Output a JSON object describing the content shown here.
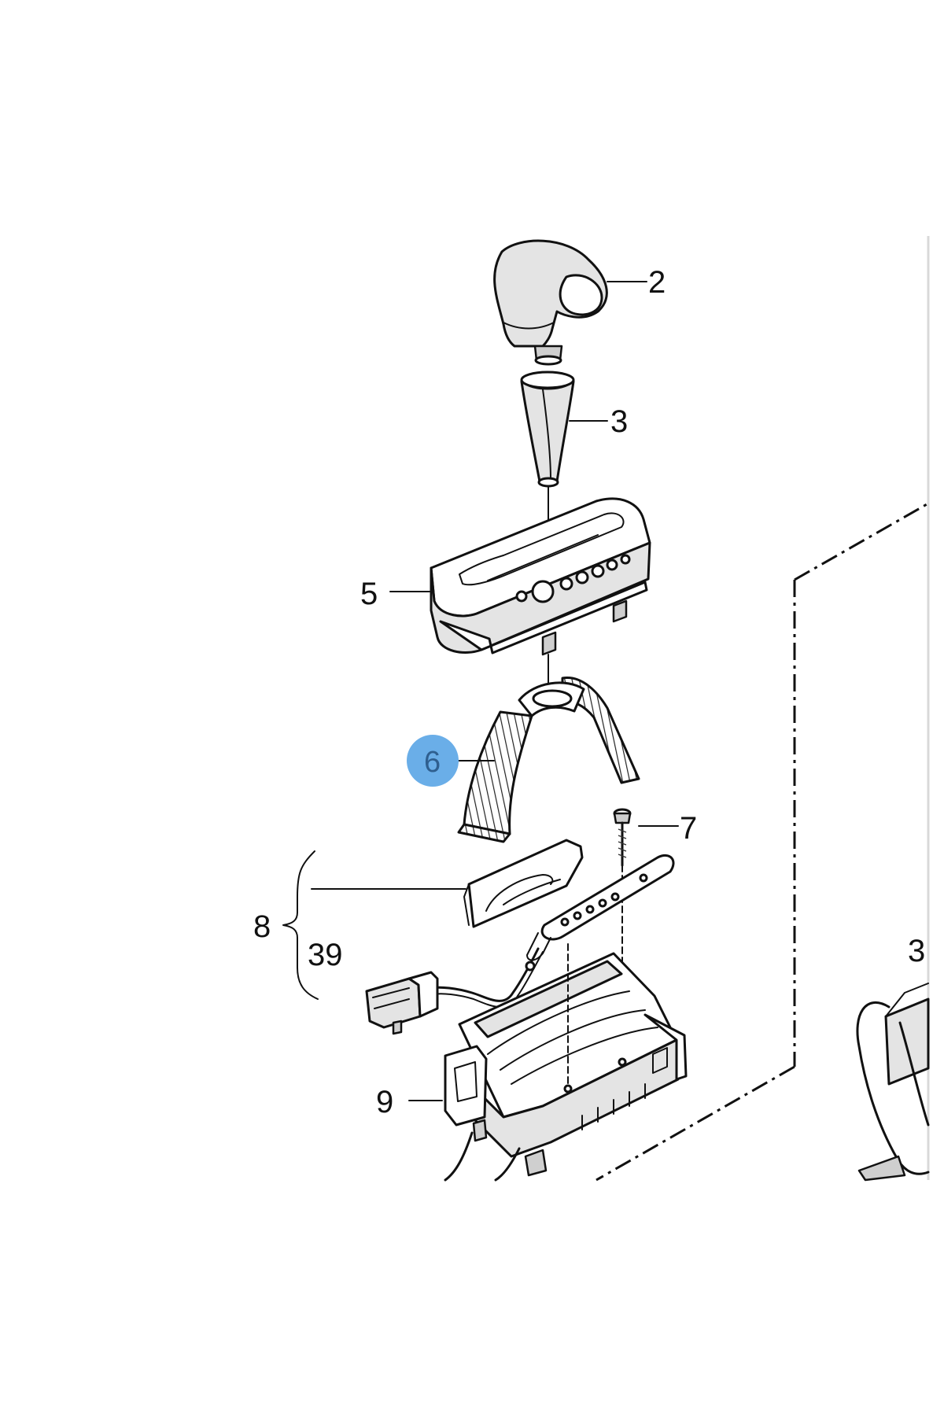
{
  "callouts": [
    {
      "id": "2",
      "label": "2"
    },
    {
      "id": "3",
      "label": "3"
    },
    {
      "id": "5",
      "label": "5"
    },
    {
      "id": "6",
      "label": "6",
      "highlighted": true
    },
    {
      "id": "7",
      "label": "7"
    },
    {
      "id": "8",
      "label": "8"
    },
    {
      "id": "39",
      "label": "39"
    },
    {
      "id": "9",
      "label": "9"
    },
    {
      "id": "3b",
      "label": "3"
    }
  ],
  "colors": {
    "highlight_fill": "#6aaee8",
    "highlight_text": "#2f5f8f",
    "line": "#111111",
    "background": "#ffffff"
  }
}
